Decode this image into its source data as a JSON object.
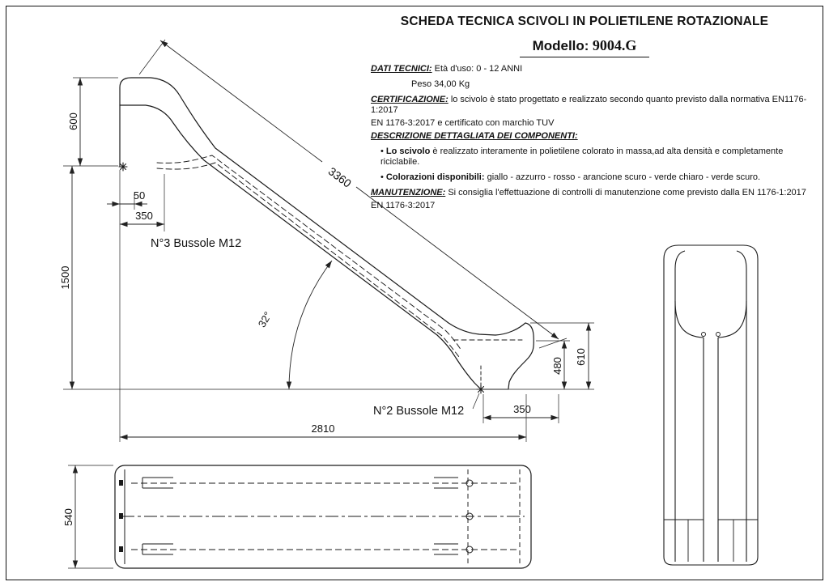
{
  "colors": {
    "ink": "#111111",
    "paper": "#ffffff"
  },
  "header": {
    "title": "SCHEDA TECNICA SCIVOLI  IN POLIETILENE ROTAZIONALE",
    "model_label": "Modello:",
    "model_value": "9004.G"
  },
  "specs": {
    "dati_label": "DATI TECNICI:",
    "dati_value": "Età d'uso: 0 - 12 ANNI",
    "peso": "Peso 34,00 Kg",
    "cert_label": "CERTIFICAZIONE:",
    "cert_text1": "lo scivolo è stato progettato e realizzato secondo quanto previsto dalla normativa EN1176-1:2017",
    "cert_text2": "EN 1176-3:2017 e certificato con marchio TUV",
    "descr_label": "DESCRIZIONE DETTAGLIATA DEI COMPONENTI:",
    "bullet_char": "•",
    "bullet1_bold": "Lo scivolo",
    "bullet1_text": "è realizzato interamente in polietilene colorato in massa,ad alta densità e completamente riciclabile.",
    "bullet2_bold": "Colorazioni disponibili:",
    "bullet2_text": "giallo - azzurro - rosso - arancione scuro - verde chiaro - verde scuro.",
    "manut_label": "MANUTENZIONE:",
    "manut_text1": "Si consiglia l'effettuazione di controlli di manutenzione come previsto dalla EN 1176-1:2017",
    "manut_text2": "EN 1176-3:2017"
  },
  "dimensions": {
    "top_height": "600",
    "total_height": "1500",
    "bussola_offset": "50",
    "top_length": "350",
    "bussole_top_label": "N°3 Bussole M12",
    "slide_length": "3360",
    "slope_angle": "32°",
    "exit_inner_height": "480",
    "exit_outer_height": "610",
    "bussole_bottom_label": "N°2 Bussole M12",
    "exit_length": "350",
    "total_length": "2810",
    "width": "540"
  }
}
